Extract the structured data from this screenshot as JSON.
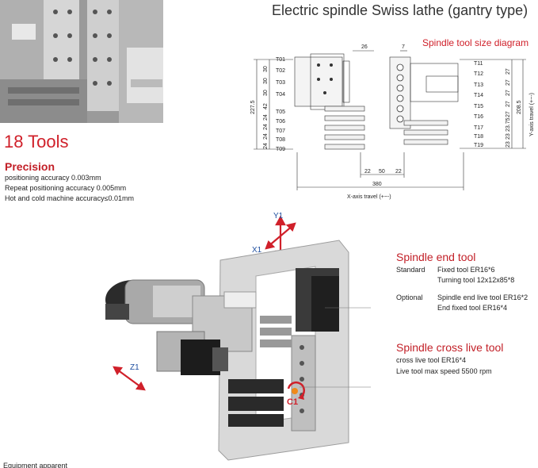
{
  "page": {
    "title": "Electric spindle Swiss lathe (gantry type)",
    "tools_heading": "18 Tools",
    "footer": "Equipment apparent"
  },
  "precision": {
    "heading": "Precision",
    "lines": [
      "positioning accuracy 0.003mm",
      "Repeat positioning accuracy 0.005mm",
      "Hot and cold machine accuracy≤0.01mm"
    ]
  },
  "diagram": {
    "title": "Spindle tool size diagram",
    "left_tools": [
      "T01",
      "T02",
      "T03",
      "T04",
      "T05",
      "T06",
      "T07",
      "T08",
      "T09"
    ],
    "right_tools": [
      "T11",
      "T12",
      "T13",
      "T14",
      "T15",
      "T16",
      "T17",
      "T18",
      "T19"
    ],
    "left_dims": [
      "30",
      "30",
      "30",
      "42",
      "24",
      "24",
      "24",
      "24"
    ],
    "left_total": "227.5",
    "right_dims": [
      "27",
      "27",
      "27",
      "27",
      "27",
      "23.75",
      "23",
      "23"
    ],
    "right_total": "208.5",
    "top_dims": [
      "26",
      "7"
    ],
    "bottom_dims": [
      "22",
      "50",
      "22"
    ],
    "width_total": "380",
    "x_travel": "X-axis travel (+~-)",
    "y_travel": "Y-axis travel (+~-)"
  },
  "axes": {
    "y_label": "Y1",
    "x_label": "X1",
    "z_label": "Z1",
    "c_label": "C1"
  },
  "spindle_end": {
    "title": "Spindle end tool",
    "standard_label": "Standard",
    "standard_items": [
      "Fixed tool ER16*6",
      "Turning tool 12x12x85*8"
    ],
    "optional_label": "Optional",
    "optional_items": [
      "Spindle end live tool ER16*2",
      "End fixed tool ER16*4"
    ]
  },
  "cross_live": {
    "title": "Spindle cross live tool",
    "items": [
      "cross live tool ER16*4",
      "Live tool max speed 5500 rpm"
    ]
  }
}
